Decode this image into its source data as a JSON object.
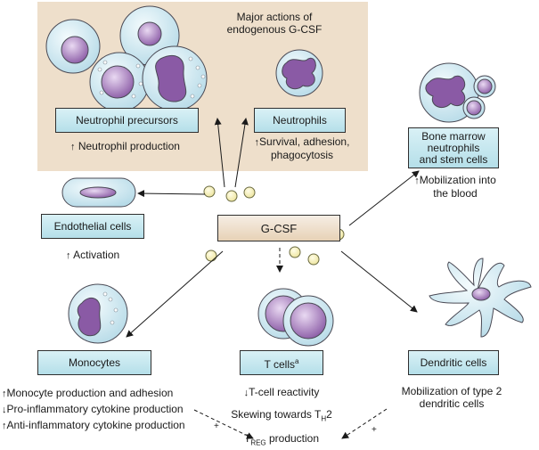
{
  "panel": {
    "title": "Major actions of\nendogenous G-CSF"
  },
  "center": {
    "label": "G-CSF"
  },
  "arrow_glyph": "↑",
  "down_glyph": "↓",
  "nodes": {
    "neutrophil_precursors": {
      "label": "Neutrophil precursors",
      "effect": "Neutrophil production"
    },
    "neutrophils": {
      "label": "Neutrophils",
      "effect_line1": "Survival, adhesion,",
      "effect_line2": "phagocytosis"
    },
    "bone_marrow": {
      "label": "Bone marrow\nneutrophils\nand stem cells",
      "effect_line1": "Mobilization into",
      "effect_line2": "the blood"
    },
    "endothelial": {
      "label": "Endothelial cells",
      "effect": "Activation"
    },
    "monocytes": {
      "label": "Monocytes",
      "effect_1": "Monocyte production and adhesion",
      "effect_2": "Pro-inflammatory cytokine production",
      "effect_3": "Anti-inflammatory cytokine production"
    },
    "t_cells": {
      "label": "T cells",
      "label_sup": "a",
      "effect_1": "T-cell reactivity",
      "effect_2_prefix": "Skewing towards T",
      "effect_2_sub": "H",
      "effect_2_suffix": "2"
    },
    "dendritic": {
      "label": "Dendritic cells",
      "effect_line1": "Mobilization of type 2",
      "effect_line2": "dendritic cells"
    }
  },
  "treg": {
    "prefix": "T",
    "sub": "REG",
    "suffix": " production",
    "plus_left": "+",
    "plus_right": "+"
  },
  "colors": {
    "cell_blue": "#cfe9f1",
    "nucleus_purple": "#8a5aa5",
    "granule_yellow": "#f5f0b8",
    "panel_tan": "#eedfcb"
  }
}
